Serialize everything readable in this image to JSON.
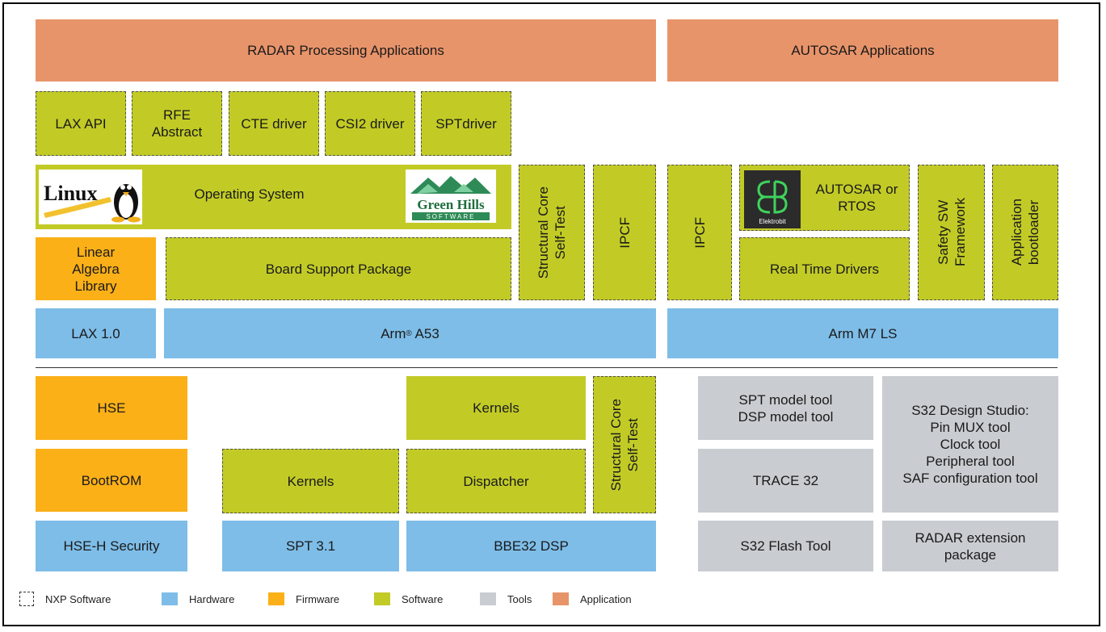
{
  "top": {
    "radar_apps": "RADAR Processing Applications",
    "autosar_apps": "AUTOSAR Applications",
    "lax_api": "LAX API",
    "rfe_abstract": "RFE\nAbstract",
    "cte_driver": "CTE driver",
    "csi2_driver": "CSI2 driver",
    "spt_driver": "SPTdriver",
    "operating_system": "Operating System",
    "structural_core_a": "Structural Core\nSelf-Test",
    "ipcf_a": "IPCF",
    "ipcf_m": "IPCF",
    "autosar_rtos": "AUTOSAR or\nRTOS",
    "safety_sw": "Safety SW\nFramework",
    "app_bootloader": "Application\nbootloader",
    "linear_algebra": "Linear\nAlgebra\nLibrary",
    "bsp": "Board Support Package",
    "real_time_drivers": "Real Time Drivers",
    "lax10": "LAX 1.0",
    "arm_a53_prefix": "Arm",
    "arm_a53_reg": "®",
    "arm_a53_suffix": " A53",
    "arm_m7": "Arm M7 LS"
  },
  "logos": {
    "linux": "Linux",
    "ghs_line1": "Green Hills",
    "ghs_line2": "SOFTWARE",
    "elektrobit": "Elektrobit"
  },
  "bottom": {
    "hse": "HSE",
    "bootrom": "BootROM",
    "hse_h": "HSE-H Security",
    "kernels_top": "Kernels",
    "kernels_left": "Kernels",
    "dispatcher": "Dispatcher",
    "structural_core_b": "Structural Core\nSelf-Test",
    "spt31": "SPT 3.1",
    "bbe32": "BBE32 DSP",
    "spt_dsp_tool": "SPT model tool\nDSP model tool",
    "trace32": "TRACE 32",
    "flash_tool": "S32 Flash Tool",
    "s32_studio": "S32 Design Studio:\nPin MUX tool\nClock tool\nPeripheral tool\nSAF configuration tool",
    "radar_ext": "RADAR extension\npackage"
  },
  "legend": [
    {
      "label": "NXP Software",
      "color": "#ffffff"
    },
    {
      "label": "Hardware",
      "color": "#7ebde8"
    },
    {
      "label": "Firmware",
      "color": "#fbb018"
    },
    {
      "label": "Software",
      "color": "#c2cb26"
    },
    {
      "label": "Tools",
      "color": "#c9ccd0"
    },
    {
      "label": "Application",
      "color": "#e8946a"
    }
  ]
}
